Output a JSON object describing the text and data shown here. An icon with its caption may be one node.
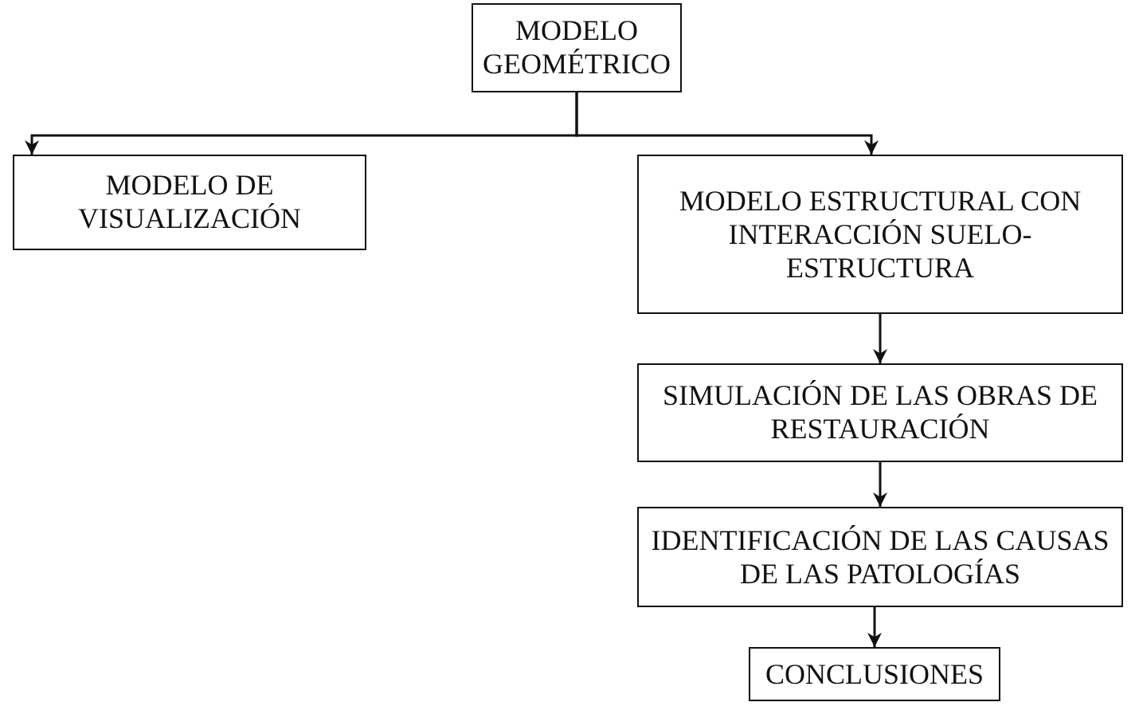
{
  "diagram": {
    "nodes": [
      {
        "text": [
          "MODELO GEOMÉTRICO"
        ]
      },
      {
        "text": [
          "MODELO DE VISUALIZACIÓN"
        ]
      },
      {
        "text": [
          "MODELO ESTRUCTURAL CON INTERACCIÓN SUELO-ESTRUCTURA"
        ]
      },
      {
        "text": [
          "SIMULACIÓN DE LAS OBRAS DE RESTAURACIÓN"
        ]
      },
      {
        "text": [
          "IDENTIFICACIÓN DE LAS CAUSAS DE LAS PATOLOGÍAS"
        ]
      },
      {
        "text": [
          "CONCLUSIONES"
        ]
      }
    ],
    "edges": [
      {
        "from": 0,
        "to": 1,
        "arrow": "to"
      },
      {
        "from": 0,
        "to": 2,
        "arrow": "to"
      },
      {
        "from": 2,
        "to": 3,
        "arrow": "to"
      },
      {
        "from": 3,
        "to": 4,
        "arrow": "to"
      },
      {
        "from": 4,
        "to": 5,
        "arrow": "to"
      }
    ]
  }
}
